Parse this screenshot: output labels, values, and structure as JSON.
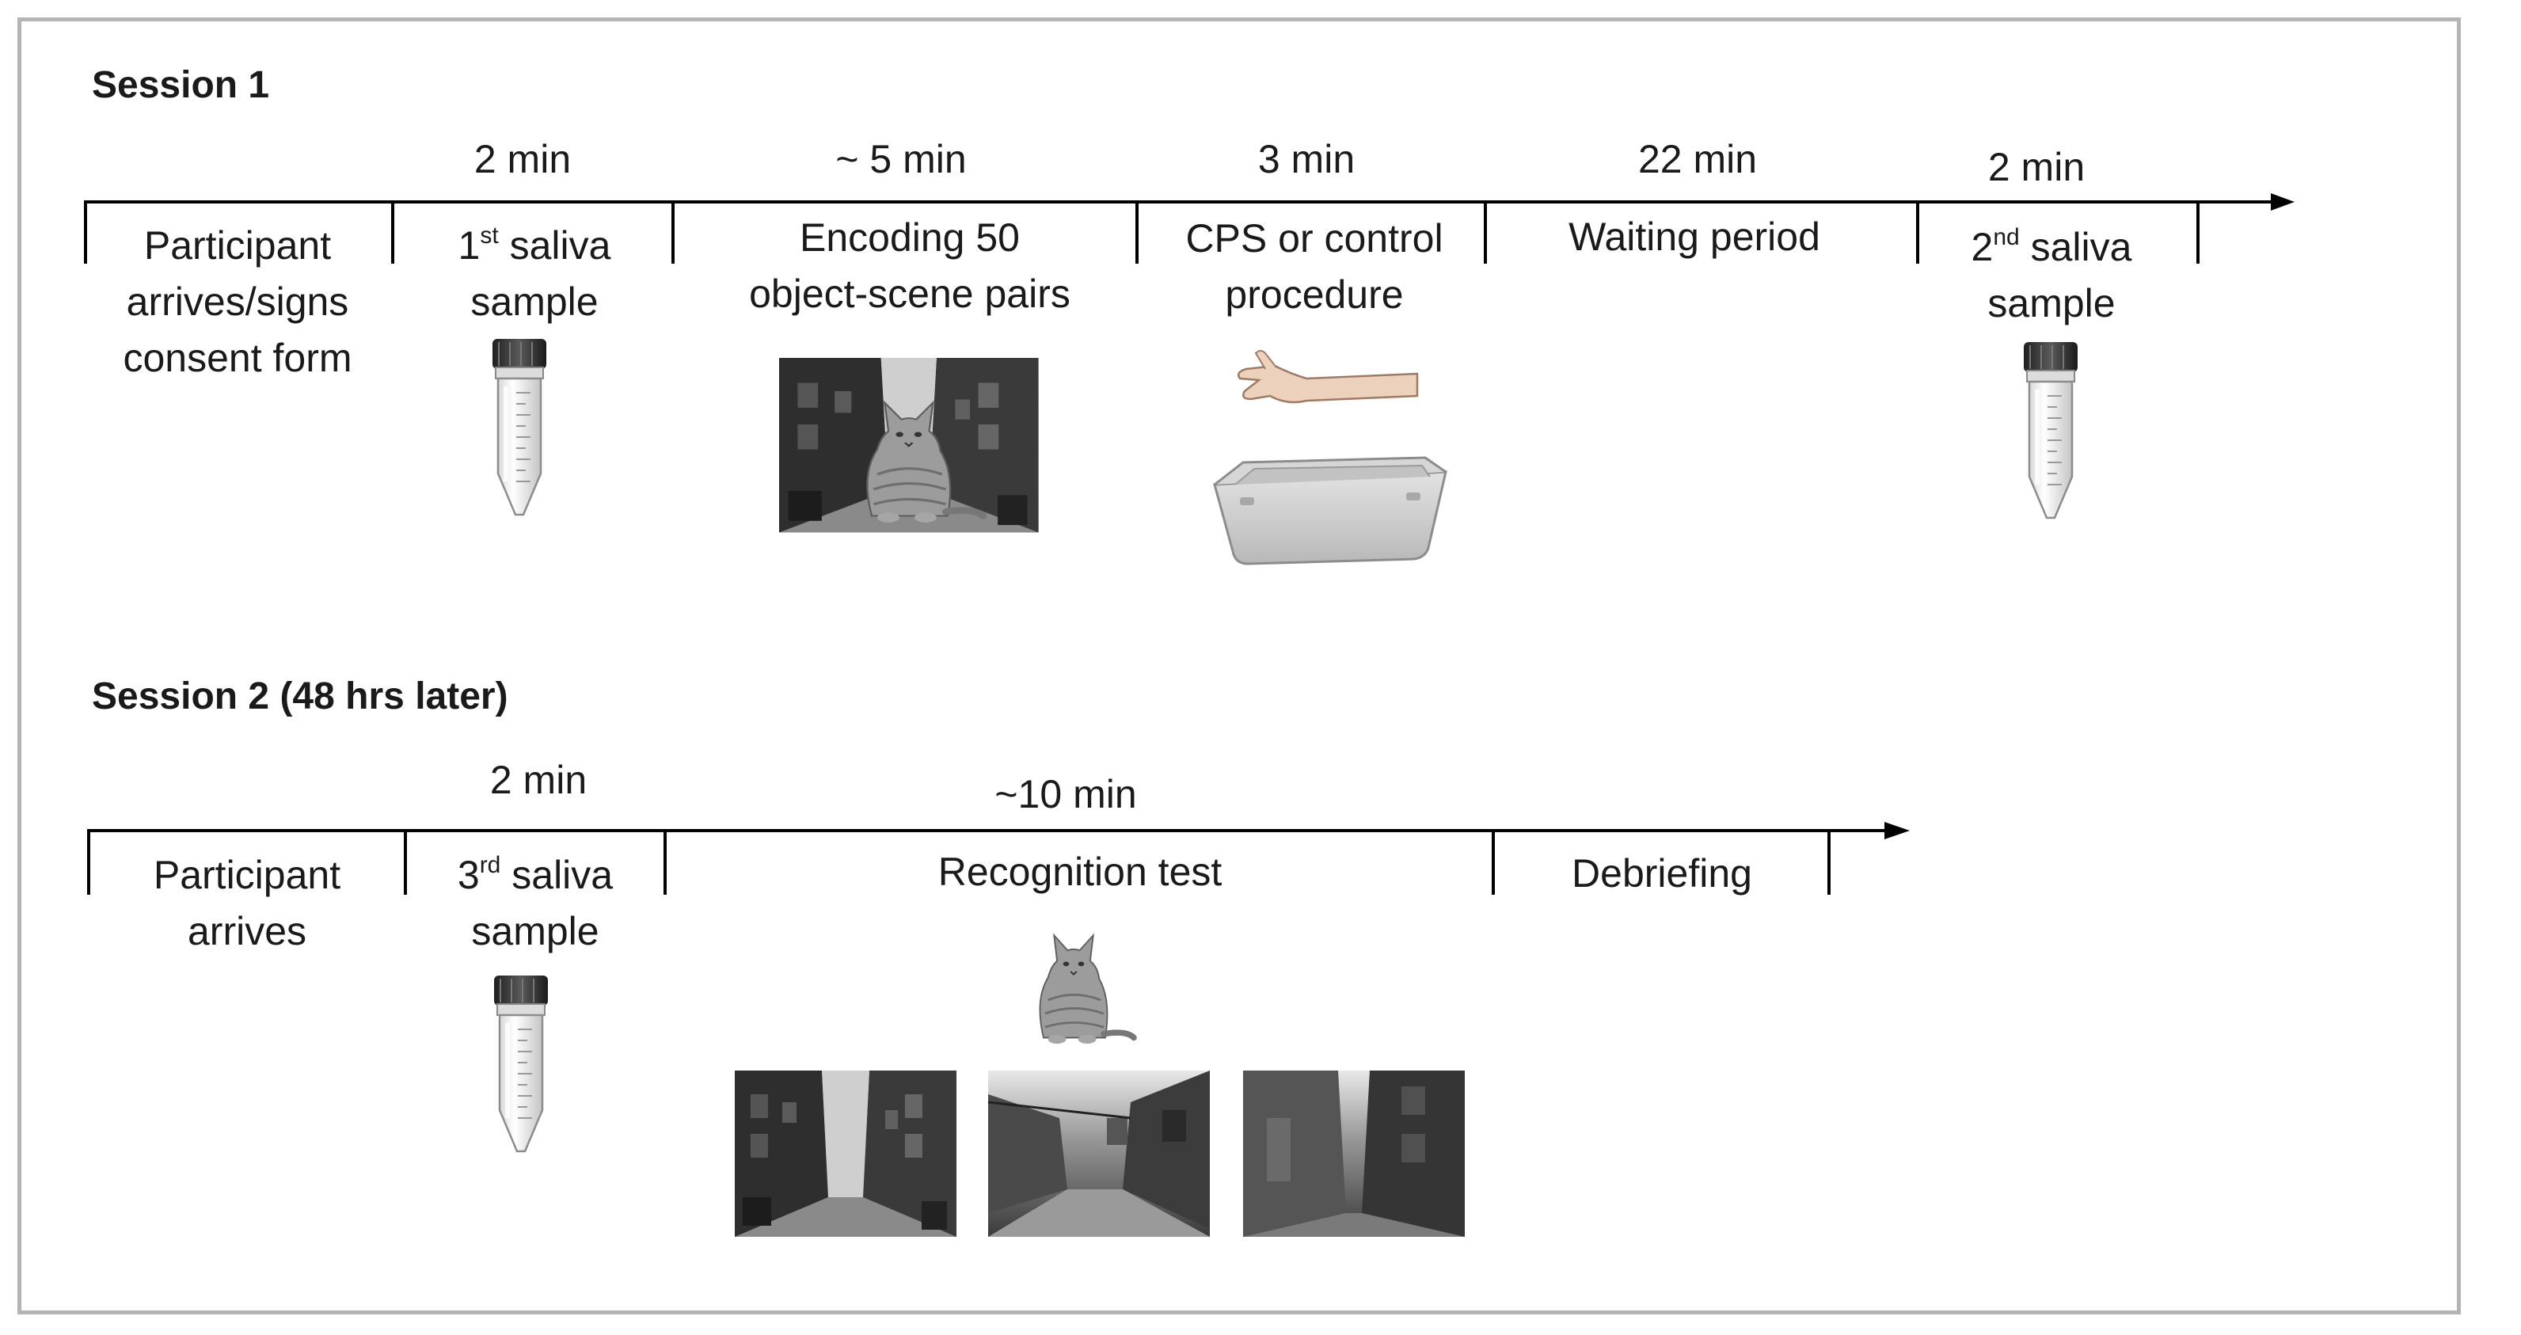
{
  "session1": {
    "heading": "Session 1",
    "durations": [
      "2 min",
      "~ 5 min",
      "3 min",
      "22 min",
      "2 min"
    ],
    "steps": {
      "arrive": [
        "Participant",
        "arrives/signs",
        "consent form"
      ],
      "saliva_1": {
        "num": "1",
        "sup": "st",
        "rest": " saliva",
        "line2": "sample"
      },
      "encoding": [
        "Encoding 50",
        "object-scene pairs"
      ],
      "cps": [
        "CPS or control",
        "procedure"
      ],
      "waiting": "Waiting period",
      "saliva_2": {
        "num": "2",
        "sup": "nd",
        "rest": " saliva",
        "line2": "sample"
      }
    }
  },
  "session2": {
    "heading": "Session 2 (48 hrs later)",
    "durations": [
      "2 min",
      "~10 min"
    ],
    "steps": {
      "arrive": [
        "Participant",
        "arrives"
      ],
      "saliva_3": {
        "num": "3",
        "sup": "rd",
        "rest": " saliva",
        "line2": "sample"
      },
      "recognition": "Recognition test",
      "debriefing": "Debriefing"
    }
  },
  "icons": [
    "saliva-tube-icon",
    "cat-in-alley-photo",
    "arm-icon",
    "ice-tub-icon",
    "cat-icon",
    "alley-photo"
  ],
  "colors": {
    "line": "#000000",
    "frame": "#b4b4b4",
    "text": "#1a1a1a"
  }
}
